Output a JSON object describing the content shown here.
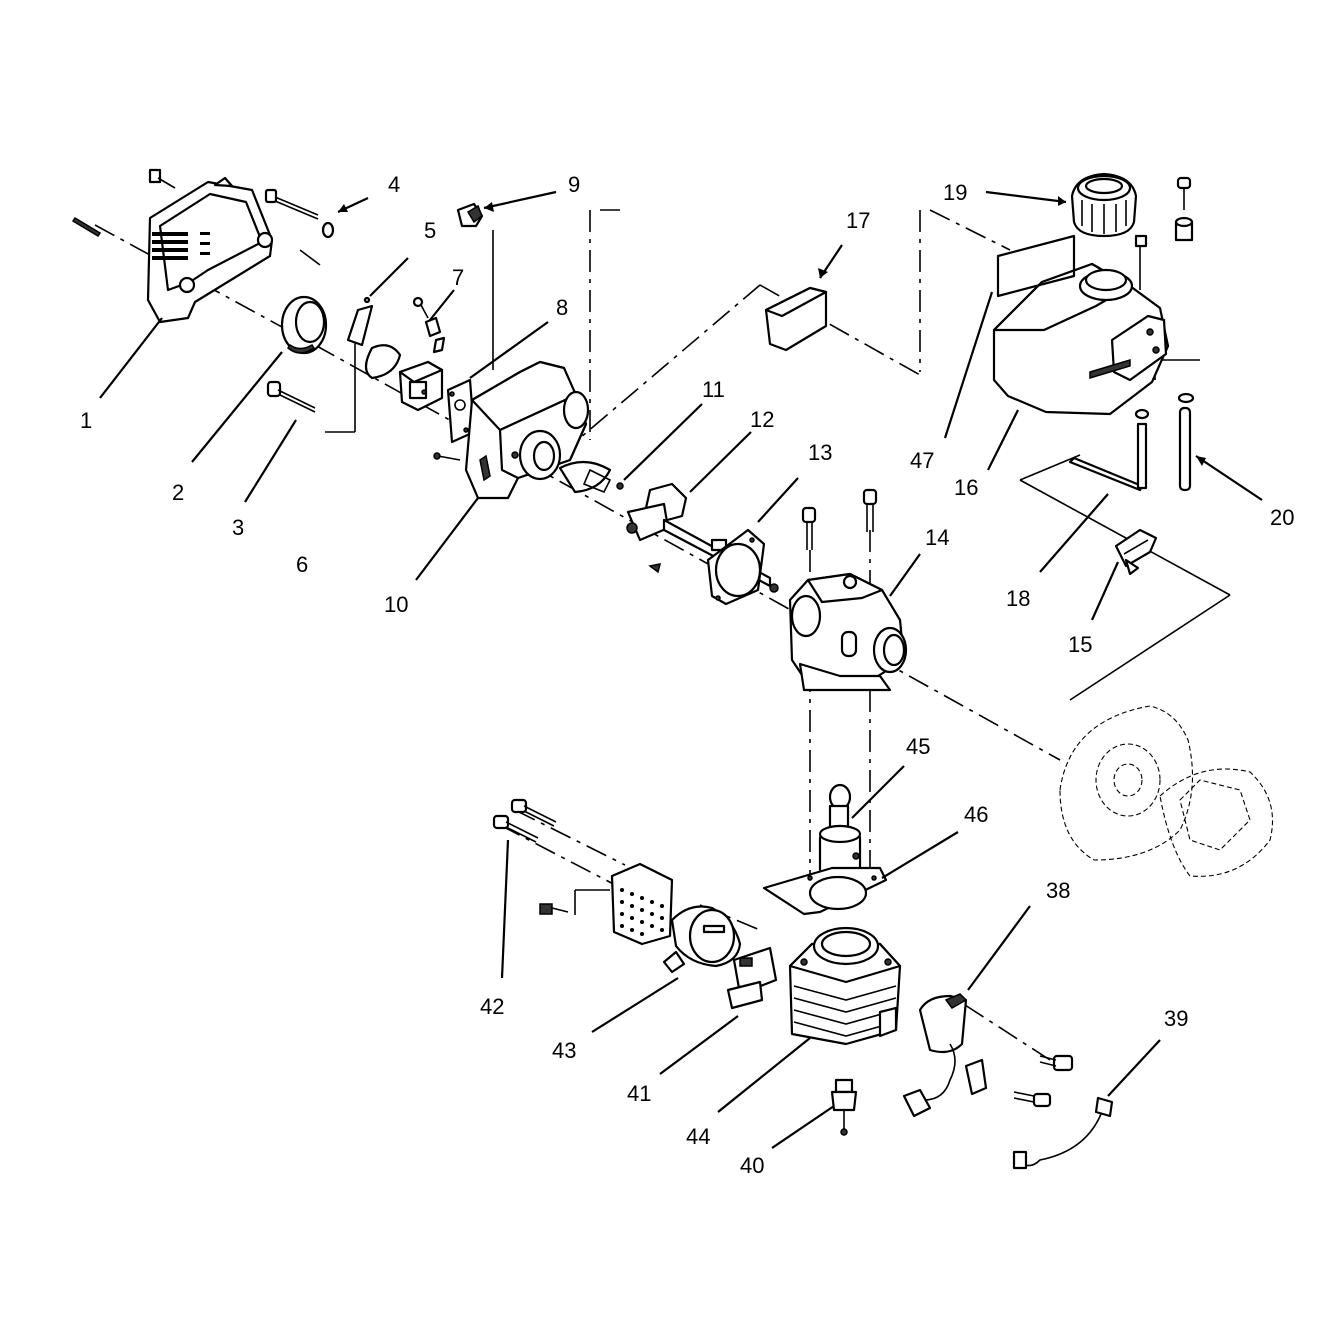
{
  "diagram": {
    "callouts": [
      {
        "id": "1",
        "label": "1"
      },
      {
        "id": "2",
        "label": "2"
      },
      {
        "id": "3",
        "label": "3"
      },
      {
        "id": "4",
        "label": "4"
      },
      {
        "id": "5",
        "label": "5"
      },
      {
        "id": "6",
        "label": "6"
      },
      {
        "id": "7",
        "label": "7"
      },
      {
        "id": "8",
        "label": "8"
      },
      {
        "id": "9",
        "label": "9"
      },
      {
        "id": "10",
        "label": "10"
      },
      {
        "id": "11",
        "label": "11"
      },
      {
        "id": "12",
        "label": "12"
      },
      {
        "id": "13",
        "label": "13"
      },
      {
        "id": "14",
        "label": "14"
      },
      {
        "id": "15",
        "label": "15"
      },
      {
        "id": "16",
        "label": "16"
      },
      {
        "id": "17",
        "label": "17"
      },
      {
        "id": "18",
        "label": "18"
      },
      {
        "id": "19",
        "label": "19"
      },
      {
        "id": "20",
        "label": "20"
      },
      {
        "id": "38",
        "label": "38"
      },
      {
        "id": "39",
        "label": "39"
      },
      {
        "id": "40",
        "label": "40"
      },
      {
        "id": "41",
        "label": "41"
      },
      {
        "id": "42",
        "label": "42"
      },
      {
        "id": "43",
        "label": "43"
      },
      {
        "id": "44",
        "label": "44"
      },
      {
        "id": "45",
        "label": "45"
      },
      {
        "id": "46",
        "label": "46"
      },
      {
        "id": "47",
        "label": "47"
      }
    ]
  }
}
